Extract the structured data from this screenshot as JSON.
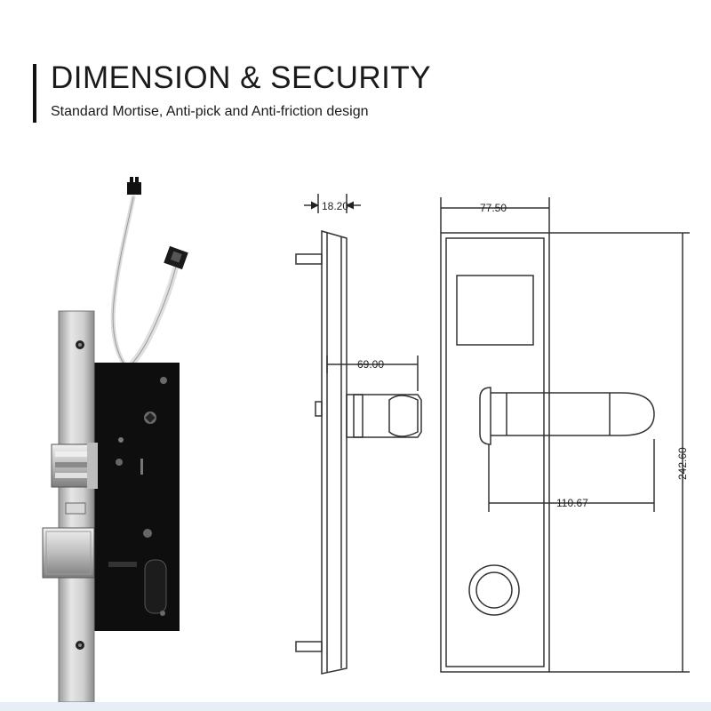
{
  "header": {
    "title": "DIMENSION & SECURITY",
    "subtitle": "Standard Mortise, Anti-pick and Anti-friction design"
  },
  "dimensions": {
    "thickness": "18.20",
    "width": "77.50",
    "lever_depth": "69.00",
    "lever_length": "110.67",
    "height": "242.60"
  },
  "colors": {
    "lock_body": "#0e0e0e",
    "faceplate": "#cfcfcf",
    "line": "#333333"
  }
}
